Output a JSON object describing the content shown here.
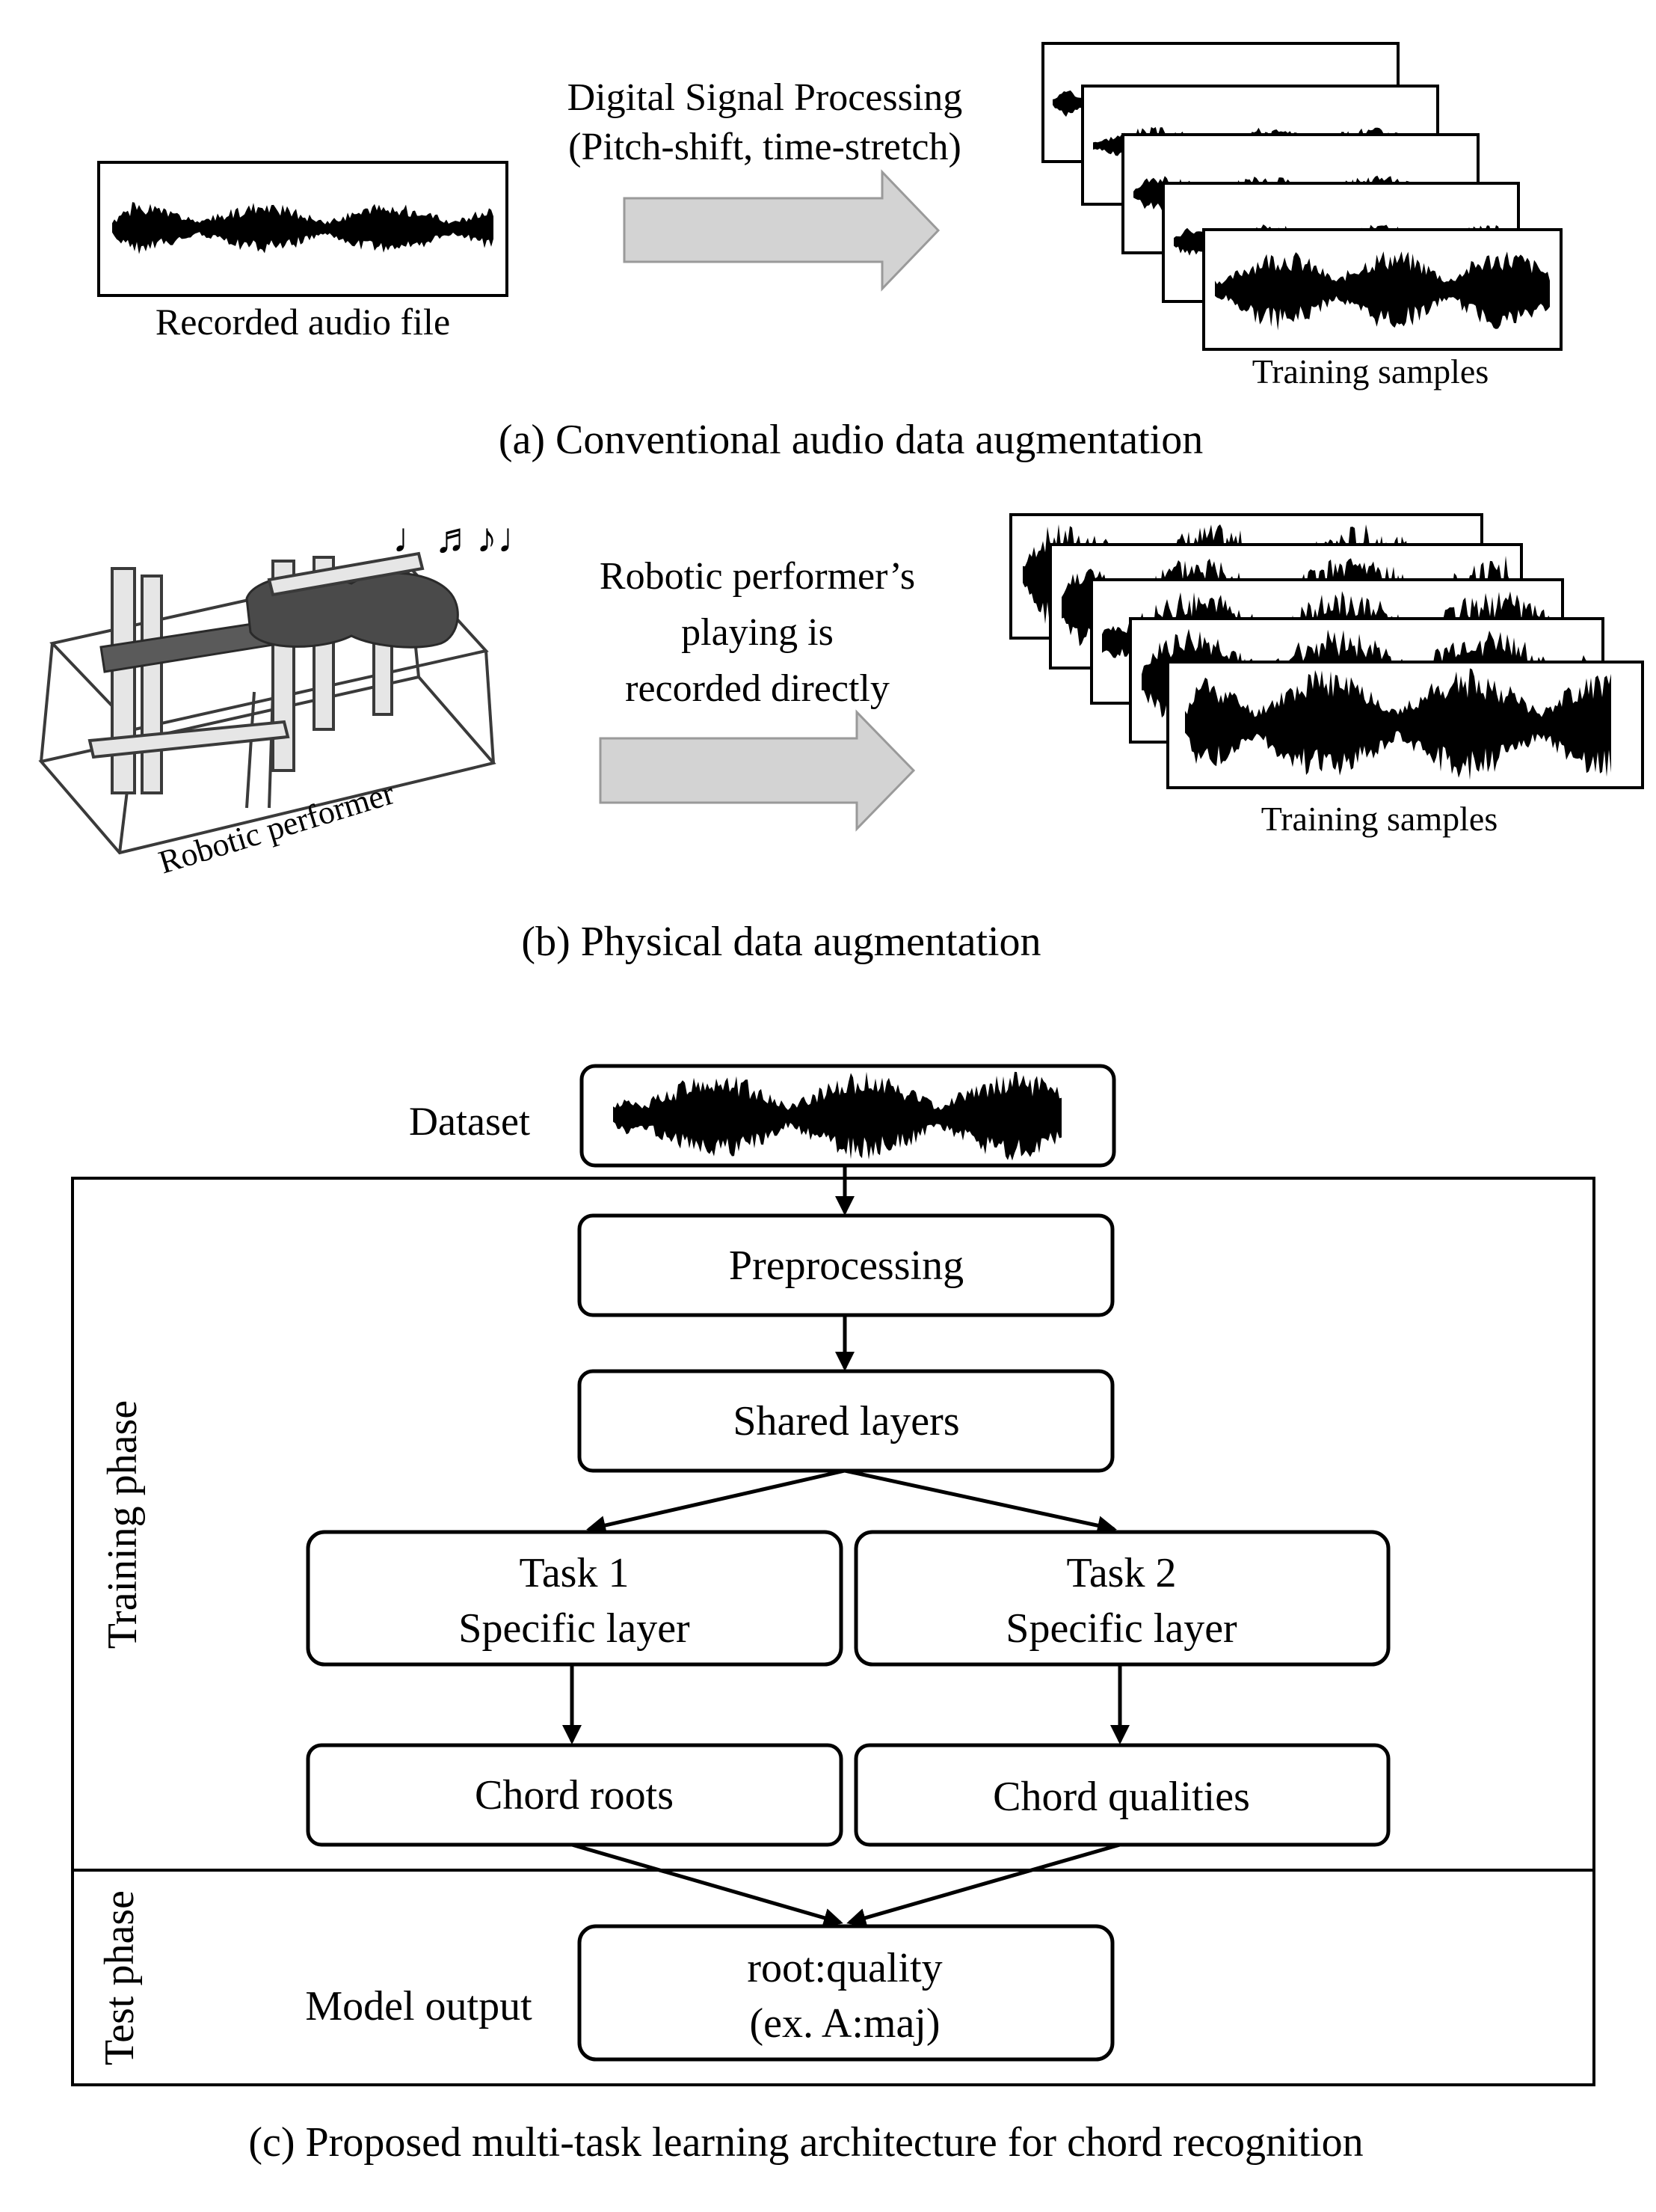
{
  "panel_a": {
    "source_label": "Recorded audio file",
    "process_line1": "Digital Signal Processing",
    "process_line2": "(Pitch-shift, time-stretch)",
    "samples_label": "Training samples",
    "caption": "(a) Conventional audio data augmentation"
  },
  "panel_b": {
    "robot_label": "Robotic performer",
    "notes": "♩♬♪♩",
    "process_line1": "Robotic performer’s",
    "process_line2": "playing is",
    "process_line3": "recorded directly",
    "samples_label": "Training samples",
    "caption": "(b) Physical data augmentation"
  },
  "panel_c": {
    "dataset_label": "Dataset",
    "preprocessing": "Preprocessing",
    "shared_layers": "Shared layers",
    "task1_line1": "Task 1",
    "task1_line2": "Specific layer",
    "task2_line1": "Task 2",
    "task2_line2": "Specific layer",
    "chord_roots": "Chord roots",
    "chord_qualities": "Chord qualities",
    "training_phase": "Training phase",
    "test_phase": "Test phase",
    "model_output_label": "Model output",
    "output_line1": "root:quality",
    "output_line2": "(ex. A:maj)",
    "caption": "(c) Proposed multi-task learning architecture for chord recognition"
  }
}
